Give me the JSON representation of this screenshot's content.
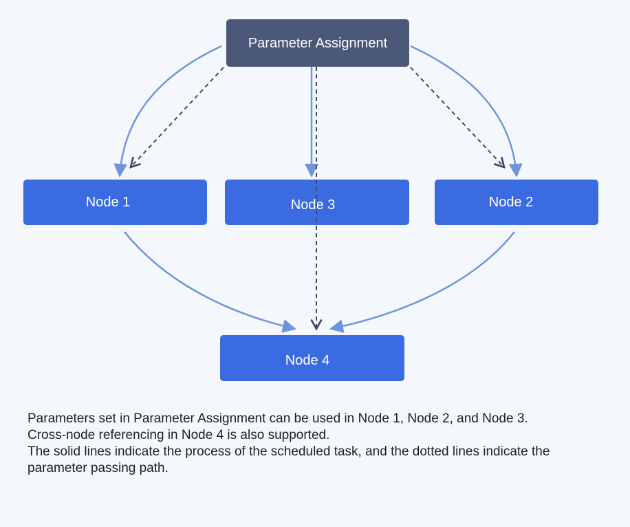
{
  "diagram": {
    "nodes": {
      "assign": "Parameter Assignment",
      "node1": "Node 1",
      "node2": "Node 2",
      "node3": "Node 3",
      "node4": "Node 4"
    }
  },
  "description": {
    "line1": "Parameters set in Parameter Assignment can be used in Node 1, Node 2, and Node 3.",
    "line2": "Cross-node referencing in Node 4 is also supported.",
    "line3": "The solid lines indicate the process of the scheduled task, and the dotted lines indicate the parameter passing path."
  },
  "colors": {
    "background": "#f4f8fc",
    "assign_box": "#4c5878",
    "node_box": "#3b6be0",
    "solid_line": "#6f94de",
    "dotted_line": "#3d4a66",
    "text_dark": "#1d1f23"
  }
}
